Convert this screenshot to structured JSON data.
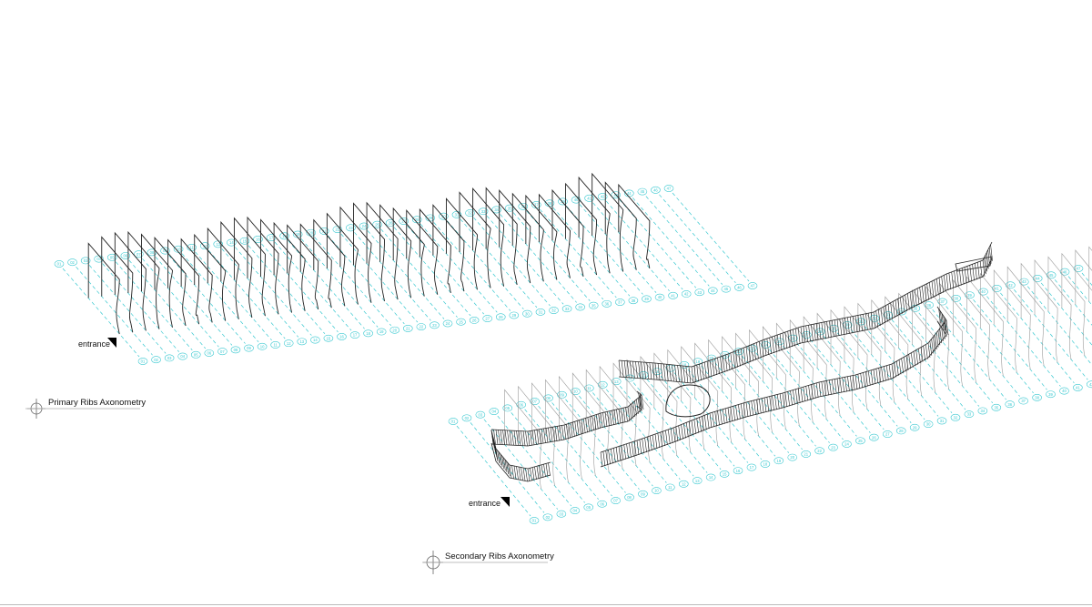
{
  "primary": {
    "title": "Primary Ribs Axonometry",
    "entrance_label": "entrance",
    "grid_count": 47
  },
  "secondary": {
    "title": "Secondary Ribs Axonometry",
    "entrance_label": "entrance",
    "grid_count": 47
  },
  "colors": {
    "grid": "#38c8d0",
    "rib": "#222222",
    "rib_light": "#9a9a9a"
  }
}
